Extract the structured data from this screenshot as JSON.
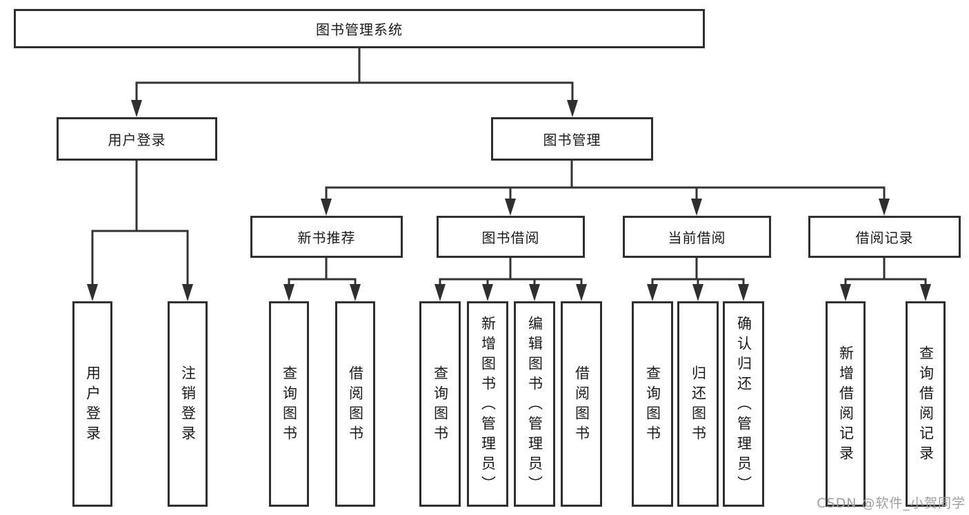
{
  "tree": {
    "root": "图书管理系统",
    "children": [
      {
        "label": "用户登录",
        "children": [
          {
            "label": "用户登录"
          },
          {
            "label": "注销登录"
          }
        ]
      },
      {
        "label": "图书管理",
        "children": [
          {
            "label": "新书推荐",
            "children": [
              {
                "label": "查询图书"
              },
              {
                "label": "借阅图书"
              }
            ]
          },
          {
            "label": "图书借阅",
            "children": [
              {
                "label": "查询图书"
              },
              {
                "label": "新增图书（管理员）"
              },
              {
                "label": "编辑图书（管理员）"
              },
              {
                "label": "借阅图书"
              }
            ]
          },
          {
            "label": "当前借阅",
            "children": [
              {
                "label": "查询图书"
              },
              {
                "label": "归还图书"
              },
              {
                "label": "确认归还（管理员）"
              }
            ]
          },
          {
            "label": "借阅记录",
            "children": [
              {
                "label": "新增借阅记录"
              },
              {
                "label": "查询借阅记录"
              }
            ]
          }
        ]
      }
    ]
  },
  "watermark": {
    "text": "CSDN @软件_小贺同学"
  },
  "colors": {
    "line": "#333333",
    "box_border": "#2f2f2f",
    "text": "#1a1a1a",
    "watermark": "#9e9ea3",
    "background": "#ffffff"
  }
}
